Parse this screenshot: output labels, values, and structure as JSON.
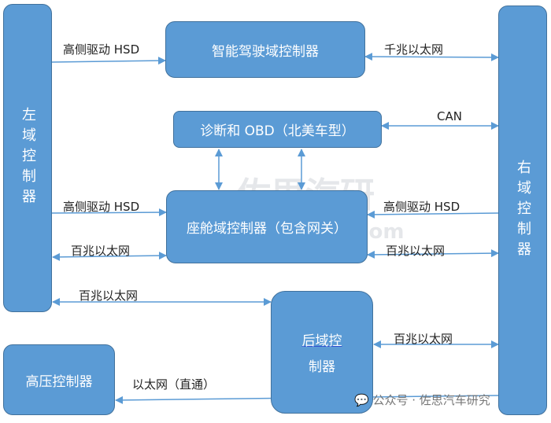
{
  "boxes": {
    "left": "左域控制器",
    "right": "右域控制器",
    "adas": "智能驾驶域控制器",
    "diag": "诊断和 OBD（北美车型）",
    "cockpit": "座舱域控制器（包含网关）",
    "rear_line1": "后域控",
    "rear_line2": "制器",
    "hv": "高压控制器"
  },
  "links": {
    "hsd_left_adas": "高侧驱动 HSD",
    "gbe_adas_right": "千兆以太网",
    "can": "CAN",
    "hsd_left_cockpit": "高侧驱动 HSD",
    "hsd_right_cockpit": "高侧驱动 HSD",
    "fe_left_cockpit": "百兆以太网",
    "fe_cockpit_right": "百兆以太网",
    "fe_left_rear": "百兆以太网",
    "fe_rear_right": "百兆以太网",
    "eth_direct": "以太网（直通）"
  },
  "watermark": {
    "logo": "佐思汽研",
    "site": "shujubang.com",
    "wechat": "公众号 · 佐思汽车研究"
  },
  "colors": {
    "box": "#5b9bd5",
    "border": "#41719c",
    "arrow": "#5b9bd5"
  }
}
